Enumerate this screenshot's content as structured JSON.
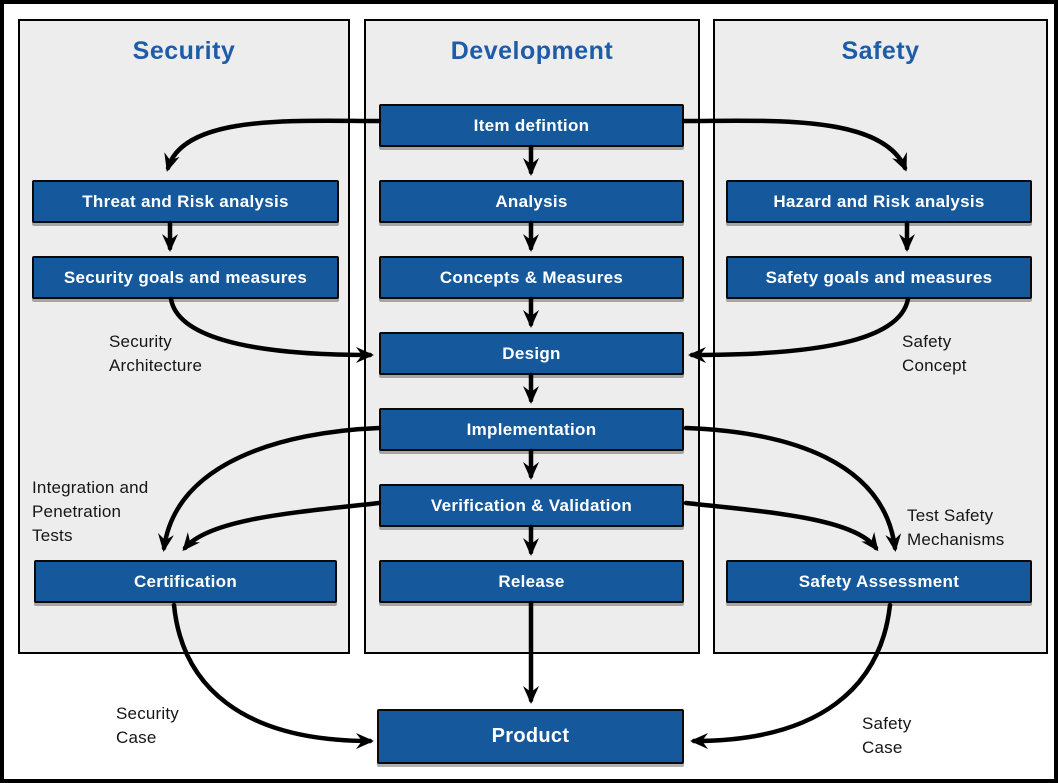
{
  "colors": {
    "node_fill": "#15589C",
    "node_text": "#FFFFFF",
    "heading_text": "#1D5CA8",
    "panel_fill": "#EDEDED",
    "outline": "#000000"
  },
  "panels": [
    {
      "title": "Security",
      "boxes": [
        "Threat and Risk analysis",
        "Security goals and measures",
        "Certification"
      ]
    },
    {
      "title": "Development",
      "boxes": [
        "Item defintion",
        "Analysis",
        "Concepts & Measures",
        "Design",
        "Implementation",
        "Verification & Validation",
        "Release"
      ]
    },
    {
      "title": "Safety",
      "boxes": [
        "Hazard and Risk analysis",
        "Safety goals and measures",
        "Safety Assessment"
      ]
    }
  ],
  "product": "Product",
  "annotations": {
    "security_architecture": [
      "Security",
      "Architecture"
    ],
    "safety_concept": [
      "Safety",
      "Concept"
    ],
    "integration_penetration_tests": [
      "Integration and",
      "Penetration",
      "Tests"
    ],
    "test_safety_mechanisms": [
      "Test Safety",
      "Mechanisms"
    ],
    "security_case": [
      "Security",
      "Case"
    ],
    "safety_case": [
      "Safety",
      "Case"
    ]
  }
}
